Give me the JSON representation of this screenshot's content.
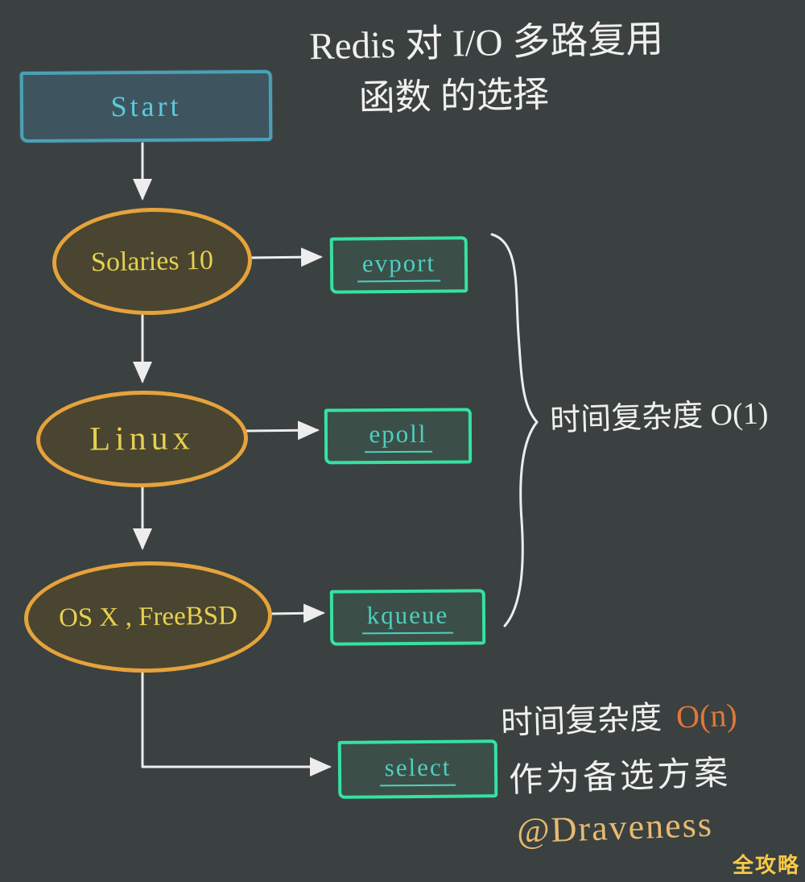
{
  "title": {
    "line1": "Redis 对 I/O 多路复用",
    "line2": "函数 的选择"
  },
  "nodes": {
    "start": "Start",
    "solaris": "Solaries 10",
    "linux": "Linux",
    "osx": "OS X , FreeBSD",
    "evport": "evport",
    "epoll": "epoll",
    "kqueue": "kqueue",
    "select": "select"
  },
  "annotations": {
    "o1_prefix": "时间复杂度",
    "o1_value": "O(1)",
    "on_prefix": "时间复杂度",
    "on_value": "O(n)",
    "backup": "作为备选方案",
    "credit": "@Draveness",
    "watermark": "全攻略"
  },
  "colors": {
    "background": "#3a4140",
    "start_border": "#4ba1b6",
    "start_text": "#5bcbdb",
    "ellipse_border": "#e6a23c",
    "ellipse_text": "#e6d04f",
    "box_border": "#35e2a2",
    "box_text": "#4ed0c0",
    "arrow": "#ededed",
    "orange_text": "#e4763a",
    "credit_text": "#e9b971",
    "watermark_text": "#f7c948"
  }
}
